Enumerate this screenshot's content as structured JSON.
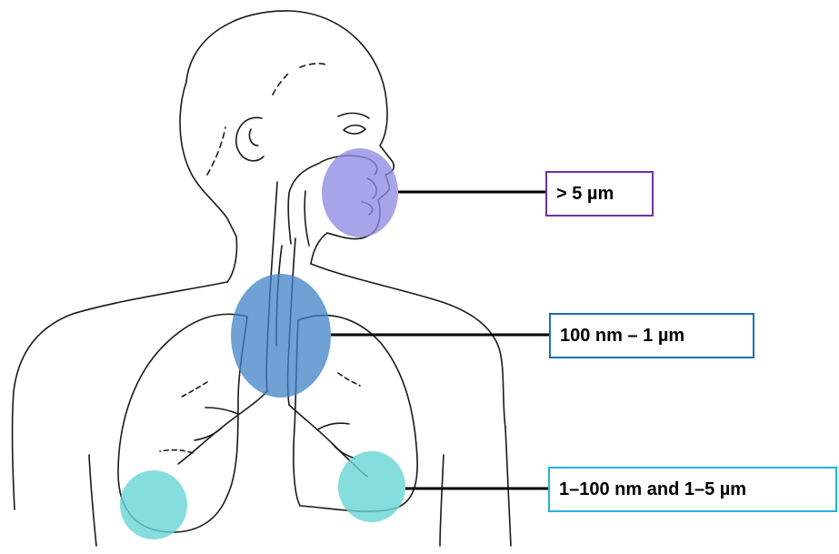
{
  "labels": {
    "upper_airway": {
      "text": "> 5 µm",
      "color": "#7030a0"
    },
    "trachea_bronchi": {
      "text": "100 nm – 1 µm",
      "color": "#1f6fb4"
    },
    "alveoli": {
      "text": "1–100 nm and 1–5 µm",
      "color": "#1fb4e6"
    }
  },
  "regions": {
    "nasal": {
      "color": "#9a97e6"
    },
    "trachea": {
      "color": "#4a8ccc"
    },
    "lower_lung": {
      "color": "#6fd6d8"
    }
  }
}
